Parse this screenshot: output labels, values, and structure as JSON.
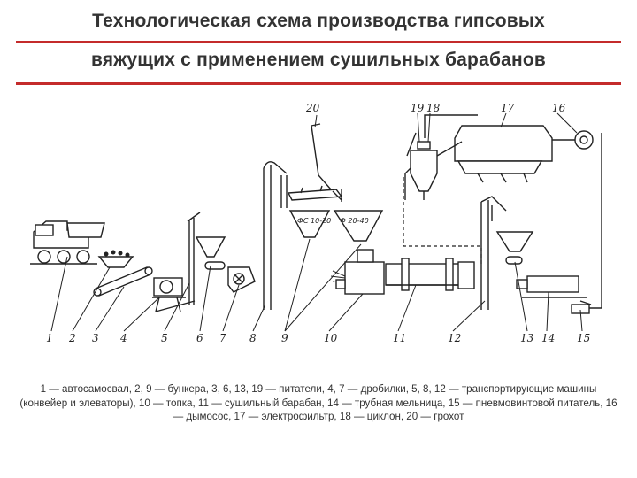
{
  "title": {
    "line1": "Технологическая схема производства гипсовых",
    "line2": "вяжущих с применением сушильных барабанов"
  },
  "colors": {
    "title_rule": "#c42b2b",
    "text": "#333333",
    "ink": "#222222"
  },
  "diagram": {
    "labels": {
      "hopper_a": "ФС 10-20",
      "hopper_b": "Ф 20-40"
    },
    "numbers": [
      "1",
      "2",
      "3",
      "4",
      "5",
      "6",
      "7",
      "8",
      "9",
      "10",
      "11",
      "12",
      "13",
      "14",
      "15",
      "16",
      "17",
      "18",
      "19",
      "20"
    ]
  },
  "caption": "1 — автосамосвал, 2, 9 — бункера, 3, 6, 13, 19 — питатели, 4, 7 — дробилки, 5, 8, 12 — транспортирующие машины (конвейер и элеваторы), 10 — топка, 11 — сушильный барабан, 14 — трубная мельница, 15 — пневмовинтовой питатель, 16 — дымосос, 17 — электрофильтр, 18 — циклон, 20 — грохот"
}
